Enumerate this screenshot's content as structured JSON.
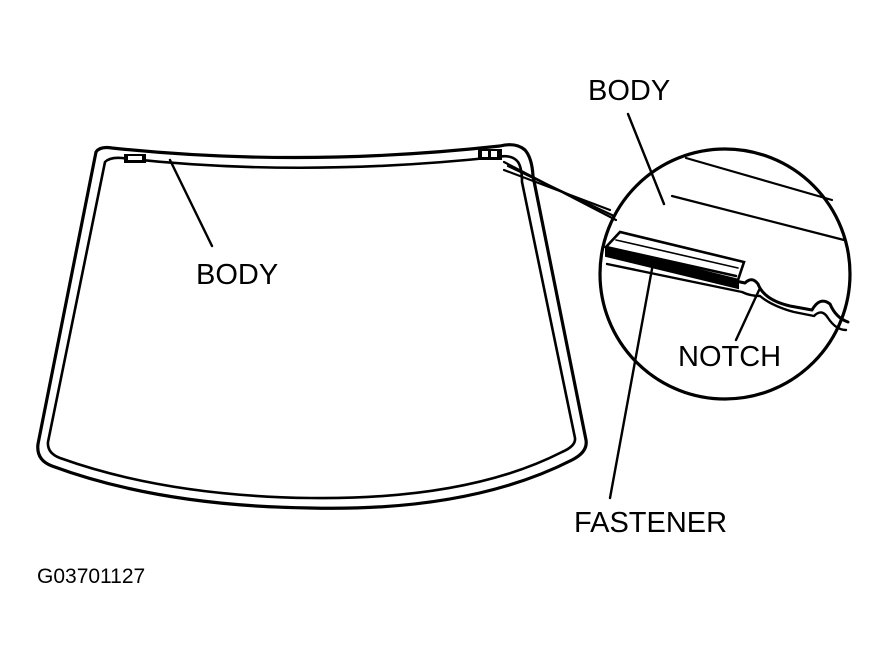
{
  "labels": {
    "body_left": "BODY",
    "body_detail": "BODY",
    "notch": "NOTCH",
    "fastener": "FASTENER"
  },
  "figure_code": "G03701127"
}
